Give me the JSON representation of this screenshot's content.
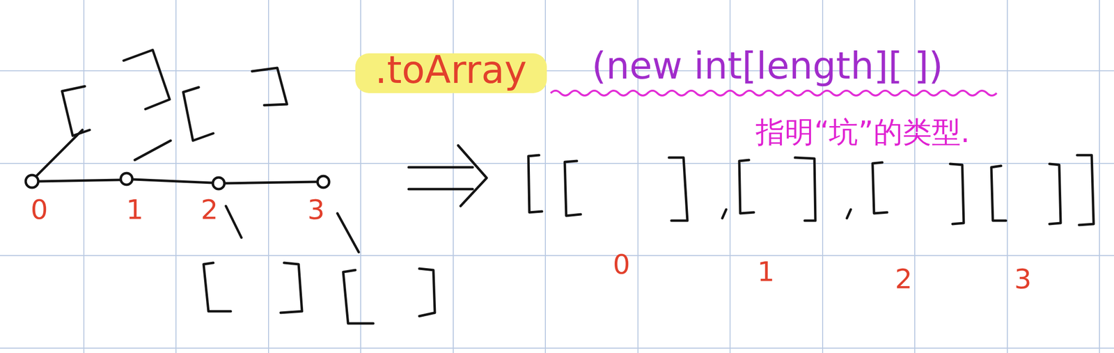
{
  "diagram": {
    "labels": [
      "0",
      "1",
      "2",
      "3",
      ".toArray",
      "(new int[length][ ])",
      "指明“坑”的类型.",
      "0",
      "1",
      "2",
      "3"
    ]
  }
}
